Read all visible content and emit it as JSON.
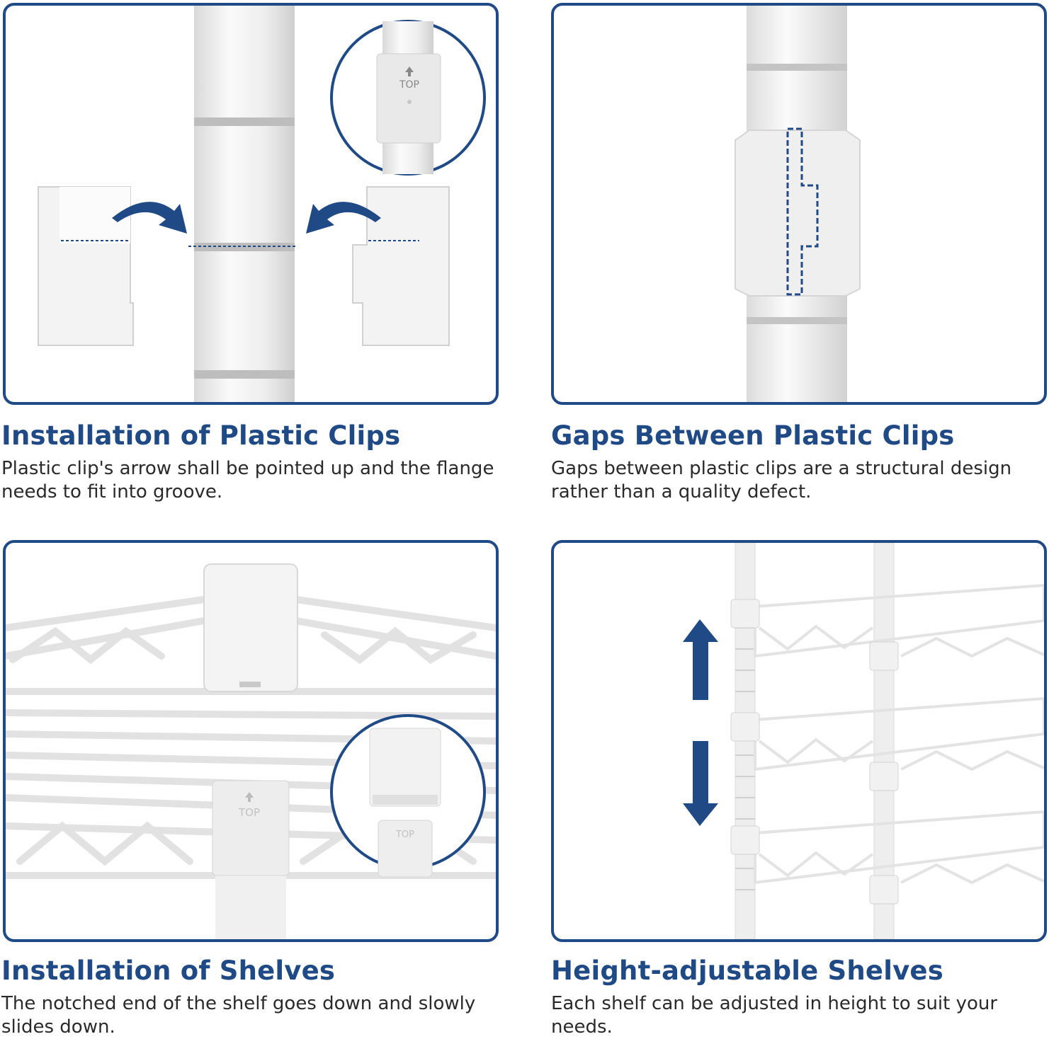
{
  "panels": [
    {
      "title": "Installation of Plastic Clips",
      "description": "Plastic clip's arrow shall be pointed up and the flange needs to fit into groove.",
      "inset_label": "TOP"
    },
    {
      "title": "Gaps Between Plastic Clips",
      "description": "Gaps between plastic clips are a structural design rather than a quality defect."
    },
    {
      "title": "Installation of Shelves",
      "description": "The notched end of the shelf goes down and slowly slides down.",
      "clip_label": "TOP",
      "inset_label": "TOP"
    },
    {
      "title": "Height-adjustable Shelves",
      "description": "Each shelf can be adjusted in height to suit your needs."
    }
  ],
  "colors": {
    "accent": "#1f4a86",
    "border": "#1f4a86",
    "text": "#2a2a2a",
    "product": "#f2f2f2"
  },
  "icons": [
    "curved-arrow-icon",
    "up-arrow-icon",
    "down-arrow-icon",
    "top-arrow-icon"
  ]
}
